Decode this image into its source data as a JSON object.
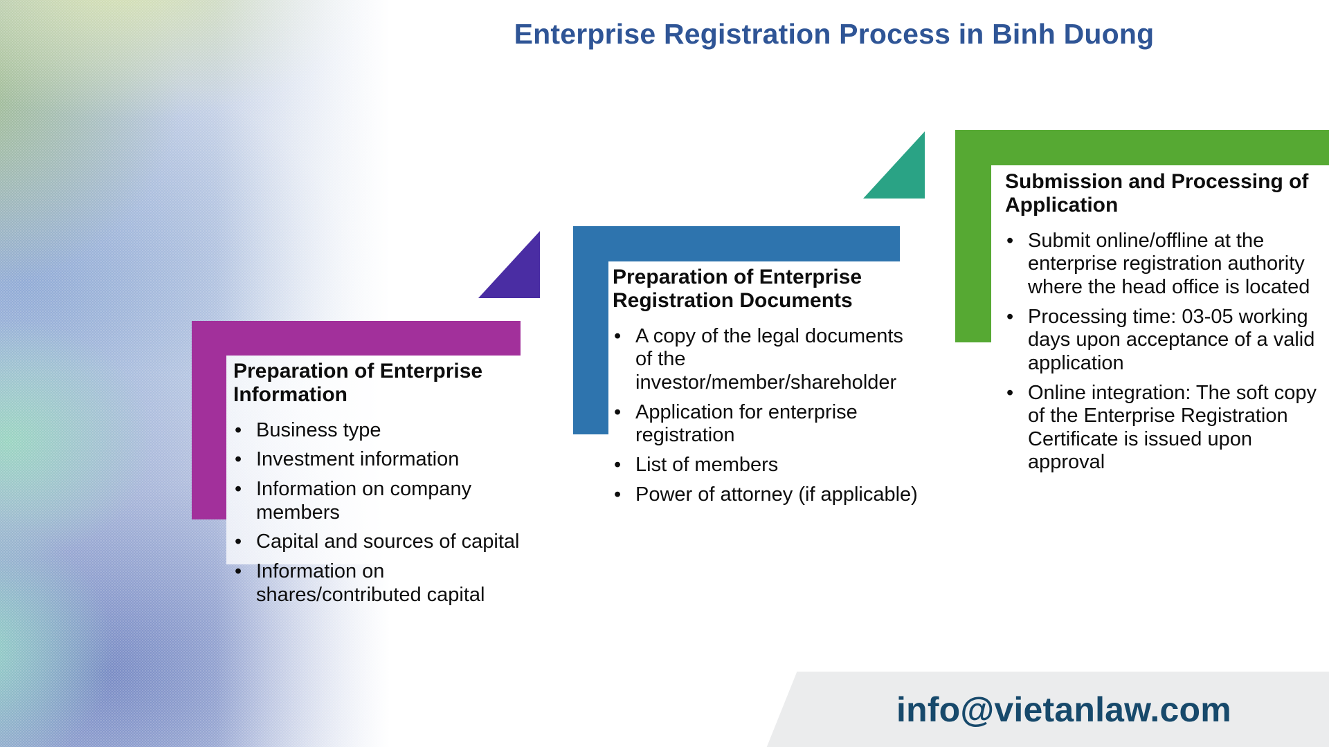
{
  "title": {
    "text": "Enterprise Registration Process in Binh Duong",
    "color": "#2F5596"
  },
  "steps": [
    {
      "header": "Preparation of Enterprise Information",
      "accent_color": "#A2309B",
      "triangle_color": null,
      "bullets": [
        "Business type",
        "Investment information",
        "Information on company members",
        "Capital and sources of capital",
        "Information on shares/contributed capital"
      ]
    },
    {
      "header": "Preparation of Enterprise Registration Documents",
      "accent_color": "#2E74AE",
      "triangle_color": "#4A2DA3",
      "bullets": [
        "A copy of the legal documents of the investor/member/shareholder",
        "Application for enterprise registration",
        "List of members",
        "Power of attorney (if applicable)"
      ]
    },
    {
      "header": "Submission and Processing of Application",
      "accent_color": "#56A933",
      "triangle_color": "#2AA385",
      "bullets": [
        "Submit online/offline at the enterprise registration authority where the head office is located",
        "Processing time: 03-05 working days upon acceptance of a valid application",
        "Online integration: The soft copy of the Enterprise Registration Certificate is issued upon approval"
      ]
    }
  ],
  "footer": {
    "email": "info@vietanlaw.com",
    "text_color": "#17496B",
    "banner_color": "#EBECED"
  }
}
